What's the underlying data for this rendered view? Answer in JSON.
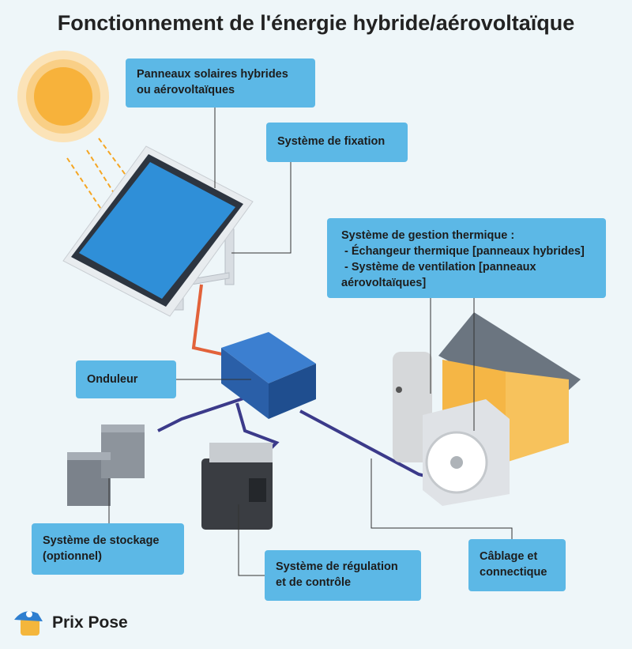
{
  "title": "Fonctionnement de l'énergie hybride/aérovoltaïque",
  "labels": {
    "panels": [
      "Panneaux solaires hybrides",
      "ou aérovoltaïques"
    ],
    "mounting": "Système de fixation",
    "thermal": [
      "Système de gestion thermique :",
      " - Échangeur thermique [panneaux hybrides]",
      " - Système de ventilation [panneaux",
      "aérovoltaïques]"
    ],
    "inverter": "Onduleur",
    "storage": [
      "Système de stockage",
      "(optionnel)"
    ],
    "regulation": [
      "Système de régulation",
      "et de contrôle"
    ],
    "cabling": [
      "Câblage et",
      "connectique"
    ]
  },
  "brand": {
    "name": "Prix Pose",
    "icon": "mascot-cap-logo"
  },
  "colors": {
    "label_bg": "#5cb8e6",
    "background": "#eef6f9",
    "panel": "#2f8fd8",
    "sun": "#f7b23b",
    "cable": "#3b3a8a"
  }
}
